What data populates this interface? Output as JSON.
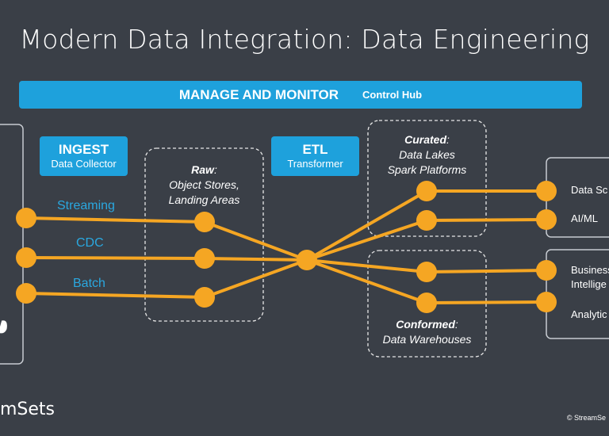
{
  "title": "Modern Data Integration: Data Engineering",
  "banner": {
    "main": "MANAGE AND MONITOR",
    "sub": "Control Hub"
  },
  "ingest": {
    "title": "INGEST",
    "subtitle": "Data Collector"
  },
  "etl": {
    "title": "ETL",
    "subtitle": "Transformer"
  },
  "sources": [
    "Streaming",
    "CDC",
    "Batch"
  ],
  "raw": {
    "label": "Raw",
    "line1": "Object Stores,",
    "line2": "Landing Areas"
  },
  "curated": {
    "label": "Curated",
    "line1": "Data Lakes",
    "line2": "Spark Platforms"
  },
  "conformed": {
    "label": "Conformed",
    "line1": "Data Warehouses"
  },
  "destinations": {
    "data_science": "Data Sc",
    "aiml": "AI/ML",
    "business": "Business",
    "intelligence": "Intellige",
    "analytics": "Analytic"
  },
  "footer": {
    "logo": "mSets",
    "copyright": "© StreamSe"
  },
  "colors": {
    "background": "#3a3f47",
    "accent": "#1ea1dc",
    "node": "#f5a623"
  }
}
